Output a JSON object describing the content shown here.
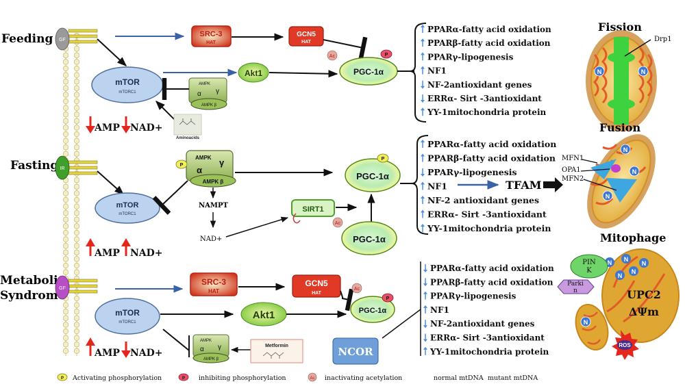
{
  "sections": {
    "feeding": "Feeding",
    "fasting": "Fasting",
    "metabolic_1": "Metaboli",
    "metabolic_2": "Syndrome"
  },
  "receptors": {
    "gf": "GF",
    "ir": "IR"
  },
  "molecules": {
    "mtor": "mTOR",
    "mtorc1": "mTORC1",
    "src3": "SRC-3",
    "gcn5": "GCN5",
    "hat": "HAT",
    "akt1": "Akt1",
    "pgc": "PGC-1α",
    "ampk": "AMPK",
    "alpha": "α",
    "gamma": "γ",
    "ampk_beta": "AMPK β",
    "aminoacids": "Aminoacids",
    "nampt": "NAMPT",
    "nad": "NAD+",
    "sirt1": "SIRT1",
    "metformin": "Metformin",
    "ncor": "NCOR",
    "tfam": "TFAM",
    "p": "P",
    "ac": "Ac",
    "n": "N"
  },
  "levels": {
    "feeding_1": "AMP",
    "feeding_2": "NAD+",
    "fasting_1": "AMP",
    "fasting_2": "NAD+",
    "metabolic_1": "AMP",
    "metabolic_2": "NAD+"
  },
  "target_genes": [
    "PPARα-fatty acid oxidation",
    "PPARβ-fatty acid oxidation",
    "PPARγ-lipogenesis",
    "NF1",
    "NF-2antioxidant genes",
    "ERRα- Sirt -3antioxidant",
    "YY-1mitochondria protein"
  ],
  "target_genes_fasting": [
    "PPARα-fatty acid oxidation",
    "PPARβ-fatty acid oxidation",
    "PPARγ-lipogenesis",
    "NF1",
    "NF-2 antioxidant genes",
    "ERRα- Sirt -3antioxidant",
    "YY-1mitochondria protein"
  ],
  "gene_arrows": {
    "feeding": [
      "up",
      "up",
      "up",
      "up",
      "down",
      "down",
      "up"
    ],
    "fasting": [
      "up",
      "up",
      "down",
      "up",
      "up",
      "up",
      "up"
    ],
    "metabolic": [
      "down",
      "down",
      "up",
      "up",
      "down",
      "down",
      "up"
    ]
  },
  "mito": {
    "fission": "Fission",
    "drp1": "Drp1",
    "fusion": "Fusion",
    "mfn1": "MFN1",
    "opa1": "OPA1",
    "mfn2": "MFN2",
    "mitophage": "Mitophage",
    "pink_1": "PIN",
    "pink_2": "K",
    "parkin_1": "Parki",
    "parkin_2": "n",
    "upc2": "UPC2",
    "dpsi": "ΔΨm",
    "ros": "ROS"
  },
  "legend": {
    "activating": "Activating phosphorylation",
    "inhibiting": "inhibiting phosphorylation",
    "inactivating": "inactivating acetylation",
    "normal": "normal mtDNA",
    "mutant": "mutant mtDNA"
  },
  "colors": {
    "arrow_blue": "#3a62a7",
    "mtor_fill": "#bcd3ef",
    "pgc_fill": "#c9f1c6",
    "akt_fill": "#9cdc54",
    "ampk_fill": "#a9c76a",
    "hat_red": "#e03a26",
    "red_arrow": "#e4261c",
    "ncor_fill": "#6f9fd8",
    "mito_outer": "#f2c34a",
    "mito_crista": "#e35a2a",
    "fission_green": "#3fd23f"
  }
}
